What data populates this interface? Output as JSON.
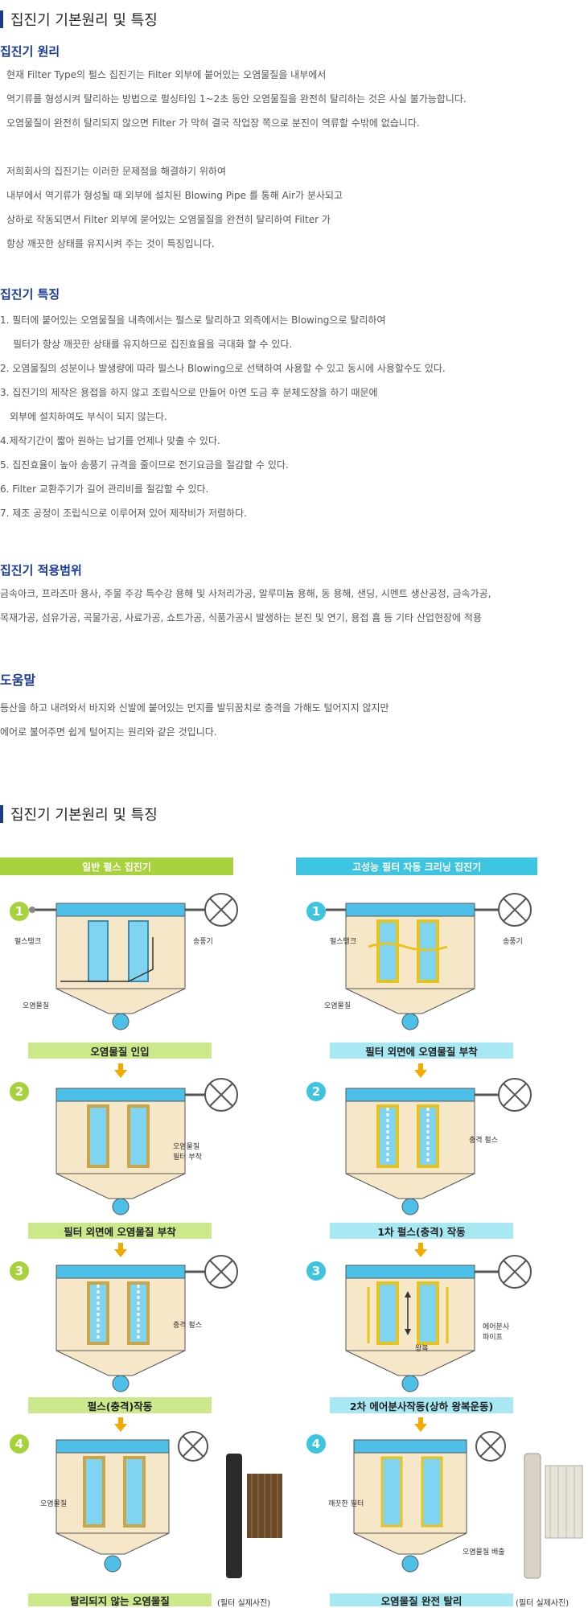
{
  "section1": {
    "title": "집진기 기본원리 및 특징",
    "principle": {
      "heading": "집진기 원리",
      "lines": [
        "현재 Filter Type의 펄스 집진기는 Filter 외부에 붙어있는 오염물질을 내부에서",
        "역기류를 형성시켜 탈리하는 방법으로 펄싱타임 1~2초 동안 오염물질을 완전히 탈리하는 것은 사실 불가능합니다.",
        "오염물질이 완전히 탈리되지 않으면 Filter 가 막혀 결국 작업장 쪽으로 분진이 역류할 수밖에 없습니다.",
        "",
        "저희회사의 집진기는 이러한 문제점을 해결하기 위하여",
        "내부에서 역기류가 형성될 때 외부에 설치된 Blowing Pipe 를 통해 Air가 분사되고",
        "상하로 작동되면서 Filter 외부에 묻어있는 오염물질을 완전히 탈리하여 Filter 가",
        "항상 깨끗한 상태를 유지시켜 주는 것이 특징입니다."
      ]
    },
    "features": {
      "heading": "집진기 특징",
      "lines": [
        "1. 필터에 붙어있는 오염물질을 내측에서는 펄스로 탈리하고 외측에서는 Blowing으로 탈리하여",
        "필터가 항상 깨끗한 상태를 유지하므로 집진효율을 극대화 할 수 있다.",
        "2. 오염물질의 성분이나 발생량에 따라 펄스나 Blowing으로 선택하여 사용할 수 있고 동시에 사용할수도 있다.",
        "3. 집진기의 제작은 용접을 하지 않고 조립식으로 만들어 아연 도금 후 분체도장을 하기 때문에",
        "외부에 설치하여도 부식이 되지 않는다.",
        "4.제작기간이 짧아 원하는 납기를 언제나 맞출 수 있다.",
        "5. 집진효율이 높아 송풍기 규격을 줄이므로 전기요금을 절감할 수 있다.",
        "6. Filter 교환주기가 길어 관리비를 절감할 수 있다.",
        "7. 제조 공정이 조립식으로 이루어져 있어 제작비가 저렴하다."
      ]
    },
    "applications": {
      "heading": "집진기 적용범위",
      "lines": [
        "금속아크, 프라즈마 용사, 주물 주강 특수강 용해 및 사처리가공, 알루미늄 용해, 동 용해, 샌딩, 시멘트 생산공정, 금속가공,",
        "목재가공, 섬유가공, 곡물가공, 사료가공, 쇼트가공, 식품가공시 발생하는 분진 및 연기, 용접 흄 등 기타 산업현장에 적용"
      ]
    },
    "help": {
      "heading": "도움말",
      "lines": [
        "등산을 하고 내려와서 바지와 신발에 붙어있는 먼지를 발뒤꿈치로 충격을 가해도 털어지지 않지만",
        "에어로 불어주면 쉽게 털어지는 원리와 같은 것입니다."
      ]
    }
  },
  "section2": {
    "title": "집진기 기본원리 및 특징",
    "left": {
      "header": "일반 펄스 집진기",
      "color": "#a8d23c",
      "steps": [
        {
          "num": "1",
          "caption": "오염물질 인입",
          "labels": [
            "펄스탱크",
            "송풍기",
            "오염물질"
          ]
        },
        {
          "num": "2",
          "caption": "필터 외면에 오염물질 부착",
          "labels": [
            "오염물질",
            "필터 부착"
          ]
        },
        {
          "num": "3",
          "caption": "펄스(충격)작동",
          "labels": [
            "충격 펄스"
          ]
        },
        {
          "num": "4",
          "caption": "탈리되지 않는 오염물질",
          "labels": [
            "오염물질"
          ]
        }
      ],
      "photo_caption": "(필터 실제사진)"
    },
    "right": {
      "header": "고성능 필터 자동 크리닝 집진기",
      "color": "#3cc4e0",
      "steps": [
        {
          "num": "1",
          "caption": "필터 외면에 오염물질 부착",
          "labels": [
            "펄스탱크",
            "송풍기",
            "오염물질"
          ]
        },
        {
          "num": "2",
          "caption": "1차 펄스(충격) 작동",
          "labels": [
            "충격 펄스"
          ]
        },
        {
          "num": "3",
          "caption": "2차 에어분사작동(상하 왕복운동)",
          "labels": [
            "에어분사",
            "파이프",
            "왕복"
          ]
        },
        {
          "num": "4",
          "caption": "오염물질 완전 탈리",
          "labels": [
            "깨끗한 필터",
            "오염물질 배출"
          ]
        }
      ],
      "photo_caption": "(필터 실제사진)"
    }
  }
}
